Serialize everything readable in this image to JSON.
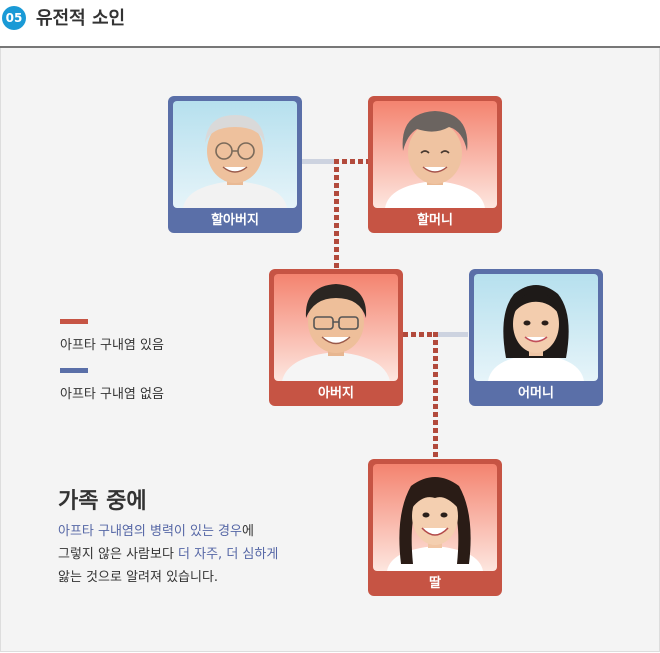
{
  "header": {
    "number": "05",
    "title": "유전적 소인"
  },
  "legend": [
    {
      "color": "#c65444",
      "label": "아프타 구내염 있음"
    },
    {
      "color": "#5a6fa8",
      "label": "아프타 구내염 없음"
    }
  ],
  "family": {
    "grandfather": {
      "label": "할아버지",
      "status": "없음"
    },
    "grandmother": {
      "label": "할머니",
      "status": "있음"
    },
    "father": {
      "label": "아버지",
      "status": "있음"
    },
    "mother": {
      "label": "어머니",
      "status": "없음"
    },
    "daughter": {
      "label": "딸",
      "status": "있음"
    }
  },
  "note": {
    "title": "가족 중에",
    "line1": {
      "hl": "아프타 구내염의 병력이 있는 경우",
      "rest": "에"
    },
    "line2": {
      "pre": "그렇지 않은 사람보다 ",
      "hl": "더 자주, 더 심하게"
    },
    "line3": "앓는 것으로 알려져 있습니다."
  },
  "colors": {
    "has": "#c65444",
    "none": "#5a6fa8",
    "accent": "#1a9ad6"
  }
}
